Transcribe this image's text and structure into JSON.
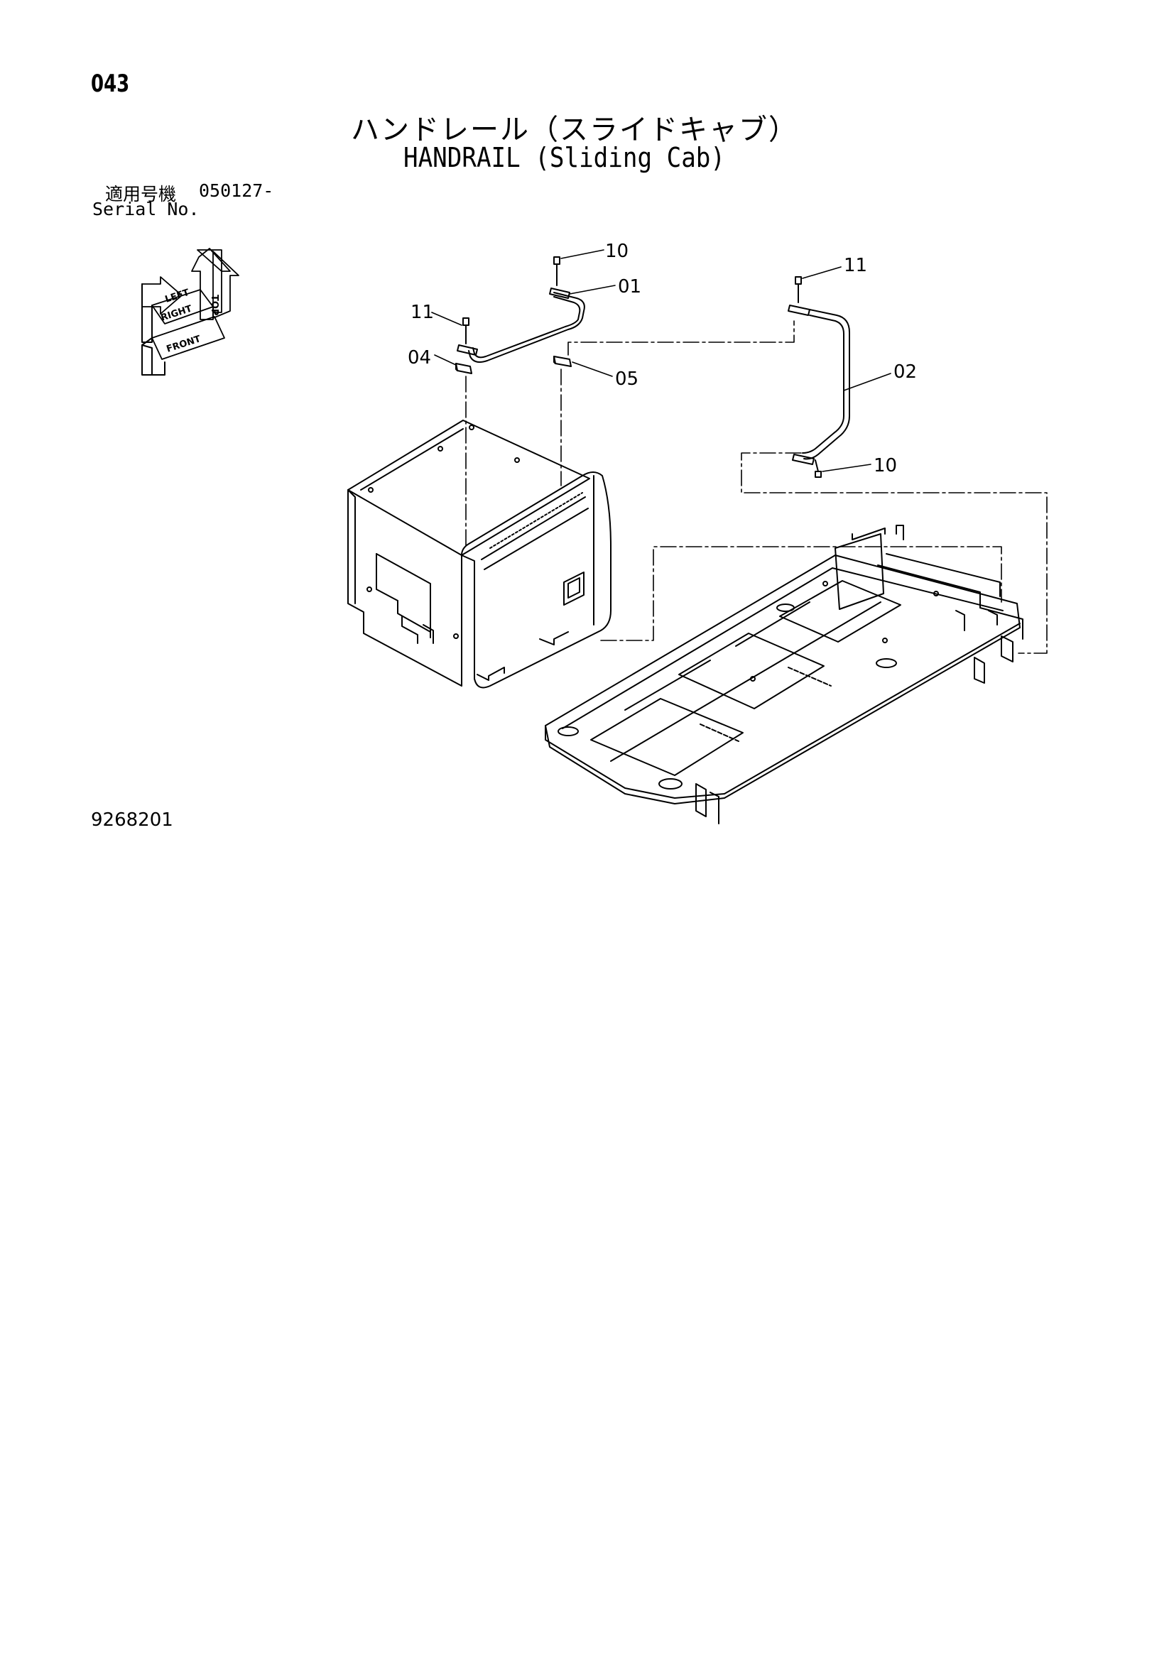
{
  "page": {
    "number": "043"
  },
  "title": {
    "japanese": "ハンドレール（スライドキャブ）",
    "english": "HANDRAIL (Sliding Cab)"
  },
  "serial": {
    "label_japanese": "適用号機",
    "value": "050127-",
    "label_english": "Serial No."
  },
  "orientation_badge": {
    "top": "TOP",
    "left": "LEFT",
    "right": "RIGHT",
    "front": "FRONT"
  },
  "callouts": [
    {
      "id": "10",
      "label": "10"
    },
    {
      "id": "01",
      "label": "01"
    },
    {
      "id": "11",
      "label": "11"
    },
    {
      "id": "04",
      "label": "04"
    },
    {
      "id": "05",
      "label": "05"
    },
    {
      "id": "11b",
      "label": "11"
    },
    {
      "id": "02",
      "label": "02"
    },
    {
      "id": "10b",
      "label": "10"
    }
  ],
  "figure": {
    "number": "9268201"
  }
}
